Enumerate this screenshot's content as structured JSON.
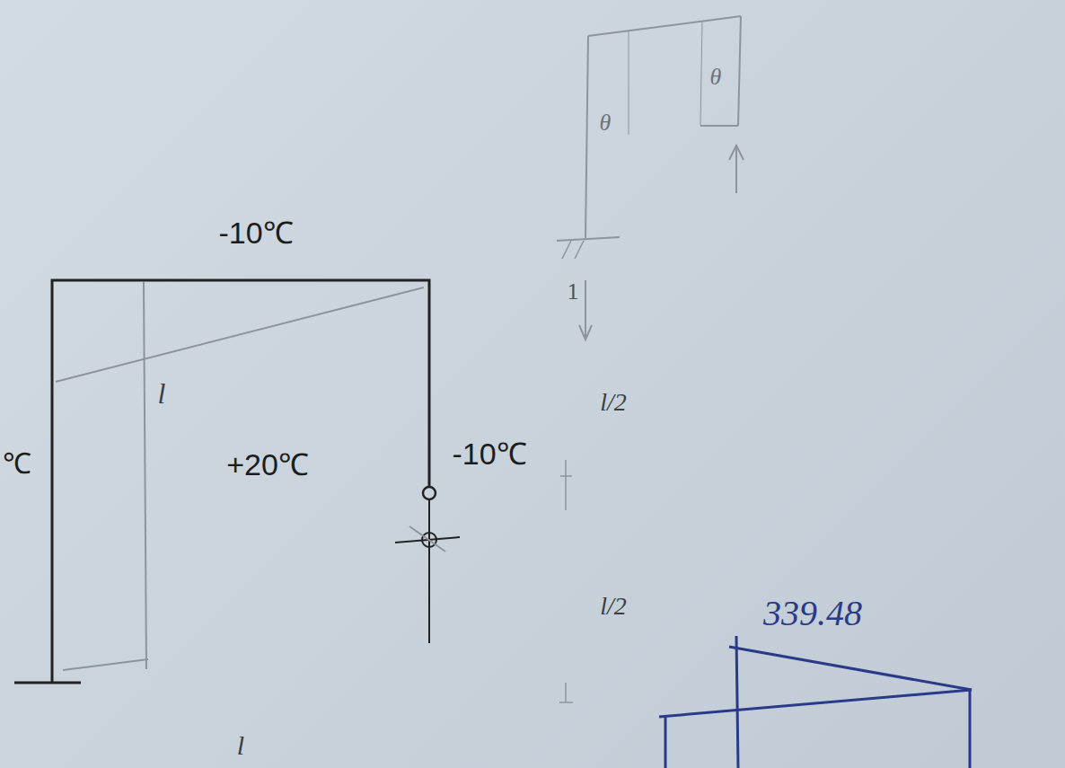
{
  "diagram": {
    "labels": [
      "-10℃",
      "℃",
      "l",
      "+20℃",
      "-10℃",
      "l",
      "θ",
      "θ",
      "1",
      "l/2",
      "l/2",
      "339.48"
    ]
  }
}
